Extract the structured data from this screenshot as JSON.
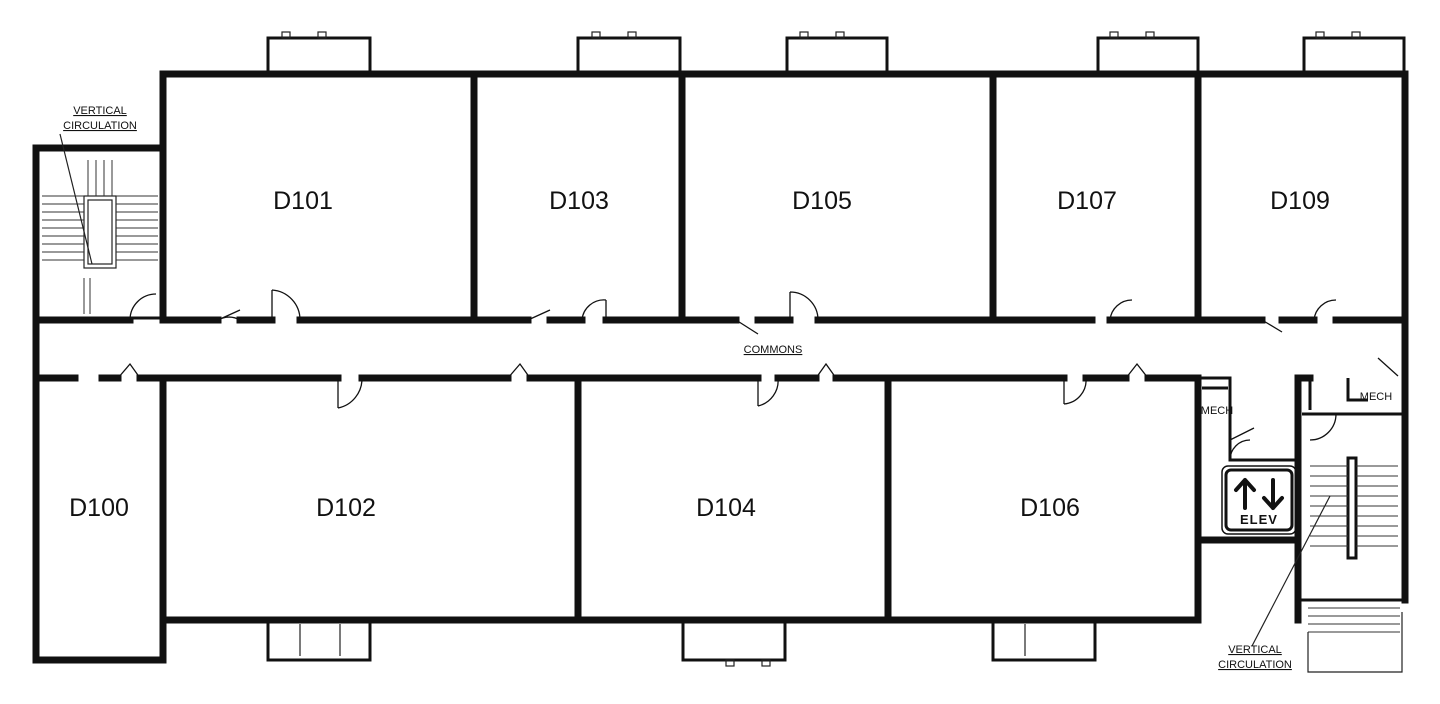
{
  "rooms": {
    "d100": "D100",
    "d101": "D101",
    "d102": "D102",
    "d103": "D103",
    "d104": "D104",
    "d105": "D105",
    "d106": "D106",
    "d107": "D107",
    "d109": "D109"
  },
  "labels": {
    "commons": "COMMONS",
    "vertical_circulation_top_line1": "VERTICAL",
    "vertical_circulation_top_line2": "CIRCULATION",
    "vertical_circulation_bottom_line1": "VERTICAL",
    "vertical_circulation_bottom_line2": "CIRCULATION",
    "mech_left": "MECH",
    "mech_right": "MECH",
    "elevator": "ELEV"
  },
  "icons": {
    "elevator": "elevator-up-down-icon"
  }
}
